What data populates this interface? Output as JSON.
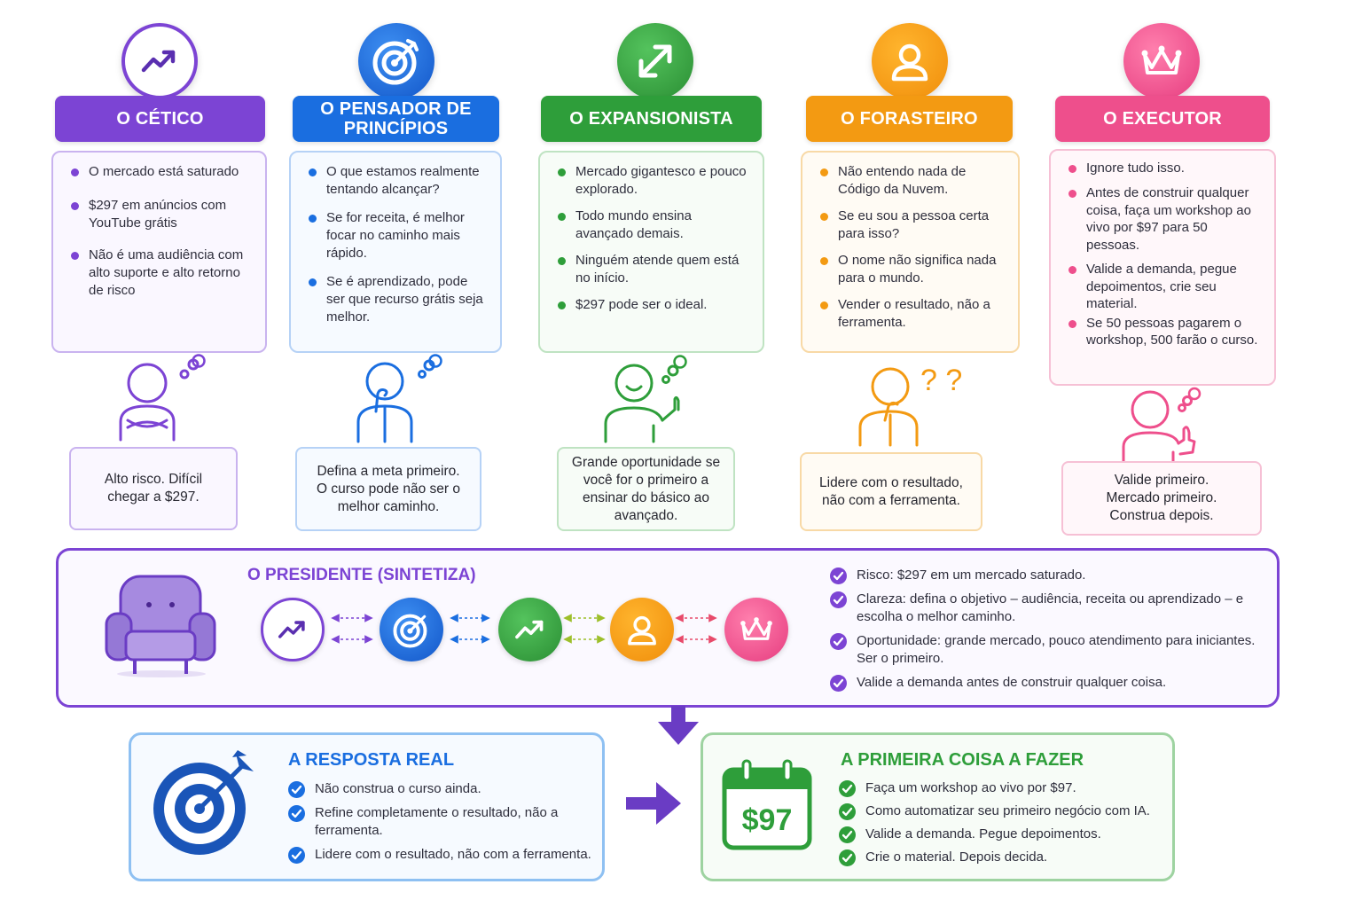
{
  "personas": [
    {
      "id": "cetico",
      "title": "O CÉTICO",
      "color": "#7c44d4",
      "icon": "trend-up-icon",
      "bullets": [
        "O mercado está saturado",
        "$297 em anúncios com YouTube grátis",
        "Não é uma audiência com alto suporte e alto retorno de risco"
      ],
      "conclusion": "Alto risco. Difícil chegar a $297."
    },
    {
      "id": "pensador",
      "title": "O PENSADOR DE PRINCÍPIOS",
      "color": "#1a6ee0",
      "icon": "target-icon",
      "bullets": [
        "O que estamos realmente tentando alcançar?",
        "Se for receita, é melhor focar no caminho mais rápido.",
        "Se é aprendizado, pode ser que recurso grátis seja melhor."
      ],
      "conclusion": "Defina a meta primeiro. O curso pode não ser o melhor caminho."
    },
    {
      "id": "expansionista",
      "title": "O EXPANSIONISTA",
      "color": "#2e9e3a",
      "icon": "expand-arrows-icon",
      "bullets": [
        "Mercado gigantesco e pouco explorado.",
        "Todo mundo ensina avançado demais.",
        "Ninguém atende quem está no início.",
        "$297 pode ser o ideal."
      ],
      "conclusion": "Grande oportunidade se você for o primeiro a ensinar do básico ao avançado."
    },
    {
      "id": "forasteiro",
      "title": "O FORASTEIRO",
      "color": "#f39a12",
      "icon": "user-icon",
      "bullets": [
        "Não entendo nada de Código da Nuvem.",
        "Se eu sou a pessoa certa para isso?",
        "O nome não significa nada para o mundo.",
        "Vender o resultado, não a ferramenta."
      ],
      "conclusion": "Lidere com o resultado, não com a ferramenta."
    },
    {
      "id": "executor",
      "title": "O EXECUTOR",
      "color": "#ee4f8c",
      "icon": "crown-icon",
      "bullets": [
        "Ignore tudo isso.",
        "Antes de construir qualquer coisa, faça um workshop ao vivo por $97 para 50 pessoas.",
        "Valide a demanda, pegue depoimentos, crie seu material.",
        "Se 50 pessoas pagarem o workshop, 500 farão o curso."
      ],
      "conclusion": "Valide primeiro. Mercado primeiro. Construa depois."
    }
  ],
  "president": {
    "title": "O  PRESIDENTE (SINTETIZA)",
    "icon": "armchair-icon",
    "points": [
      "Risco: $297 em um mercado saturado.",
      "Clareza: defina o objetivo – audiência, receita ou aprendizado – e escolha o melhor caminho.",
      "Oportunidade: grande mercado, pouco atendimento para iniciantes. Ser o primeiro.",
      "Valide a demanda antes de construir qualquer coisa."
    ]
  },
  "answer": {
    "title": "A RESPOSTA REAL",
    "color": "#1a6ee0",
    "points": [
      "Não construa o curso ainda.",
      "Refine completamente o resultado, não a ferramenta.",
      "Lidere com o resultado, não com a ferramenta."
    ]
  },
  "first_thing": {
    "title": "A PRIMEIRA COISA A FAZER",
    "color": "#2e9e3a",
    "price": "$97",
    "points": [
      "Faça um workshop ao vivo por $97.",
      "Como automatizar seu primeiro negócio com IA.",
      "Valide a demanda. Pegue depoimentos.",
      "Crie o material. Depois decida."
    ]
  },
  "question_marks": "? ?"
}
